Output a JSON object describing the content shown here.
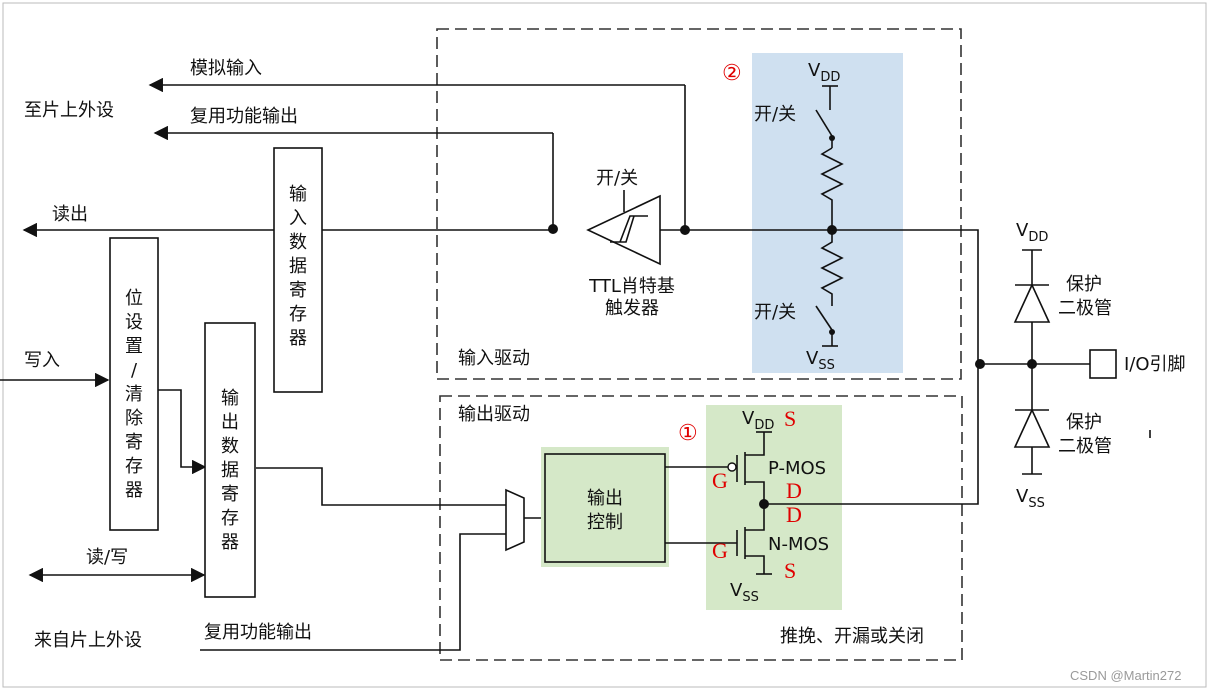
{
  "left_labels": {
    "to_peripheral": "至片上外设",
    "analog_input": "模拟输入",
    "alt_func_output_top": "复用功能输出",
    "read_out": "读出",
    "write_in": "写入",
    "read_write": "读/写",
    "from_peripheral": "来自片上外设",
    "alt_func_output_bottom": "复用功能输出"
  },
  "registers": {
    "input_data": [
      "输",
      "入",
      "数",
      "据",
      "寄",
      "存",
      "器"
    ],
    "bit_set_clear": [
      "位",
      "设",
      "置",
      "/",
      "清",
      "除",
      "寄",
      "存",
      "器"
    ],
    "output_data": [
      "输",
      "出",
      "数",
      "据",
      "寄",
      "存",
      "器"
    ]
  },
  "input_driver": {
    "title": "输入驱动",
    "schmitt_switch": "开/关",
    "schmitt_line1": "TTL肖特基",
    "schmitt_line2": "触发器",
    "marker": "②",
    "vdd": "V",
    "vdd_sub": "DD",
    "vss": "V",
    "vss_sub": "SS",
    "pullup_switch": "开/关",
    "pulldown_switch": "开/关"
  },
  "output_driver": {
    "title": "输出驱动",
    "control_line1": "输出",
    "control_line2": "控制",
    "marker": "①",
    "pmos": "P-MOS",
    "nmos": "N-MOS",
    "vdd": "V",
    "vdd_sub": "DD",
    "vss": "V",
    "vss_sub": "SS",
    "s_top": "S",
    "d_top": "D",
    "d_bottom": "D",
    "s_bottom": "S",
    "g_top": "G",
    "g_bottom": "G",
    "mode": "推挽、开漏或关闭"
  },
  "protection": {
    "vdd": "V",
    "vdd_sub": "DD",
    "vss": "V",
    "vss_sub": "SS",
    "diode_top_line1": "保护",
    "diode_top_line2": "二极管",
    "diode_bottom_line1": "保护",
    "diode_bottom_line2": "二极管",
    "io_pin": "I/O引脚"
  },
  "watermark": "CSDN @Martin272",
  "colors": {
    "input_switch_bg": "#cfe0f0",
    "output_stage_bg": "#d5e8c8",
    "marker_red": "#e00000"
  }
}
